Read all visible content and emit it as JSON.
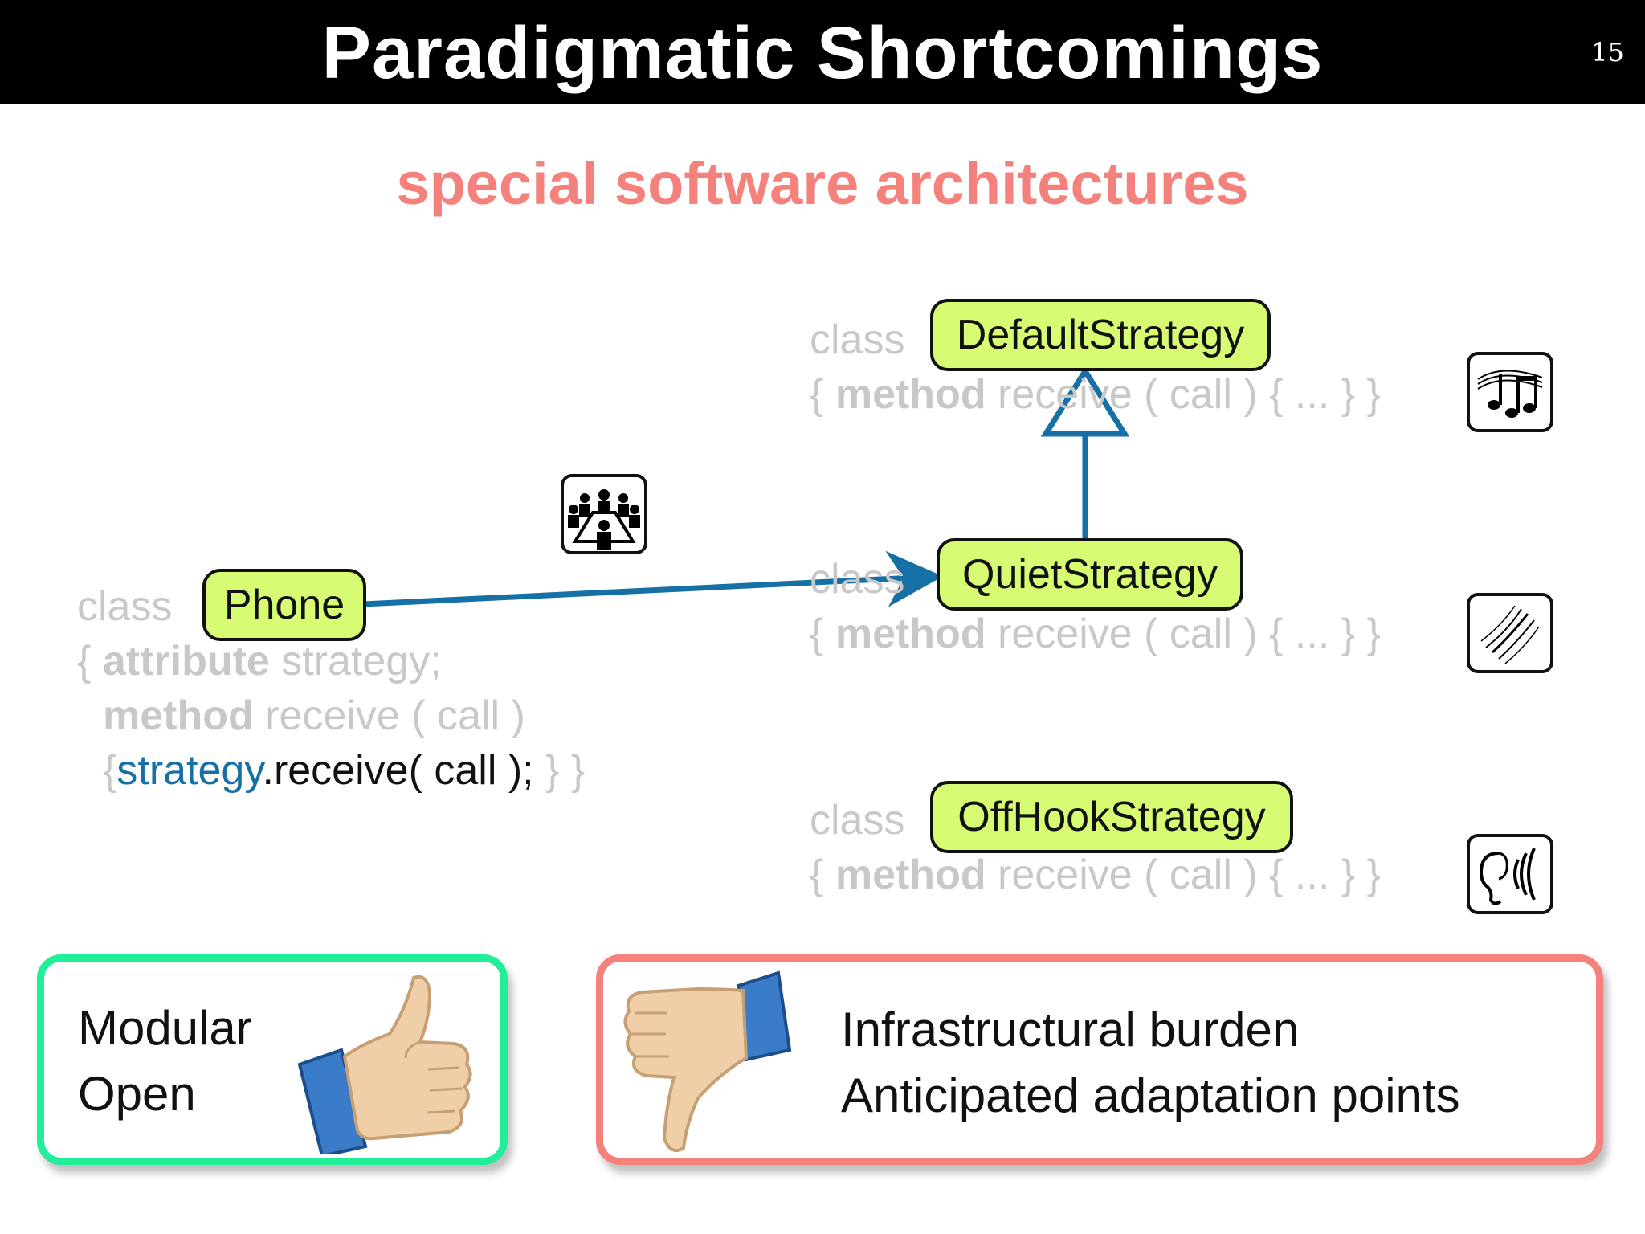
{
  "header": {
    "title": "Paradigmatic Shortcomings",
    "page_number": "15"
  },
  "subtitle": "special software architectures",
  "diagram": {
    "keyword_class": "class",
    "phone": {
      "name": "Phone",
      "line1_brace": "{",
      "line1_kw": "attribute",
      "line1_rest": " strategy;",
      "line2_kw": "method",
      "line2_rest": " receive ( call )",
      "line3_brace": "{",
      "line3_field": "strategy",
      "line3_call": ".receive( call );",
      "line3_end": " } }"
    },
    "strategies": [
      {
        "name": "DefaultStrategy",
        "brace": "{ ",
        "kw": "method",
        "rest": " receive ( call ) { ... } }",
        "icon": "music-notes-icon"
      },
      {
        "name": "QuietStrategy",
        "brace": "{ ",
        "kw": "method",
        "rest": " receive ( call ) { ... } }",
        "icon": "vibration-icon"
      },
      {
        "name": "OffHookStrategy",
        "brace": "{ ",
        "kw": "method",
        "rest": " receive ( call ) { ... } }",
        "icon": "ear-sound-icon"
      }
    ],
    "meeting_icon": "meeting-room-icon",
    "colors": {
      "class_fill": "#d7fb73",
      "arrow": "#1770a5",
      "keyword": "#c8c8c8"
    }
  },
  "pros": {
    "lines": [
      "Modular",
      "Open"
    ],
    "icon": "thumbs-up-icon",
    "border_color": "#22ee99"
  },
  "cons": {
    "lines": [
      "Infrastructural burden",
      "Anticipated adaptation points"
    ],
    "icon": "thumbs-down-icon",
    "border_color": "#f4817b"
  }
}
